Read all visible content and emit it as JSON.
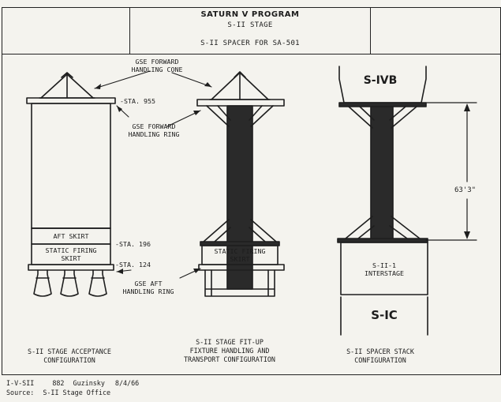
{
  "header": {
    "title": "SATURN V PROGRAM",
    "subtitle": "S-II STAGE",
    "caption": "S-II SPACER FOR SA-501"
  },
  "labels": {
    "gse_forward_cone": [
      "GSE FORWARD",
      "HANDLING CONE"
    ],
    "sta_955": "-STA. 955",
    "gse_forward_ring": [
      "GSE FORWARD",
      "HANDLING RING"
    ],
    "aft_skirt": "AFT SKIRT",
    "sta_196": "-STA. 196",
    "static_skirt_left": [
      "STATIC FIRING",
      "SKIRT"
    ],
    "sta_124": "-STA. 124",
    "gse_aft_ring": [
      "GSE AFT",
      "HANDLING RING"
    ],
    "static_skirt_mid": [
      "STATIC FIRING",
      "SKIRT"
    ],
    "s_ivb": "S-IVB",
    "dimension": "63'3\"",
    "interstage": [
      "S-II-1",
      "INTERSTAGE"
    ],
    "s_ic": "S-IC"
  },
  "captions": {
    "acceptance": [
      "S-II STAGE ACCEPTANCE",
      "CONFIGURATION"
    ],
    "fitup": [
      "S-II STAGE FIT-UP",
      "FIXTURE HANDLING AND",
      "TRANSPORT CONFIGURATION"
    ],
    "stack": [
      "S-II SPACER STACK",
      "CONFIGURATION"
    ]
  },
  "footer": {
    "id": "I-V-SII",
    "number": "882",
    "author": "Guzinsky",
    "date": "8/4/66",
    "source_label": "Source:",
    "source": "S-II Stage Office"
  }
}
